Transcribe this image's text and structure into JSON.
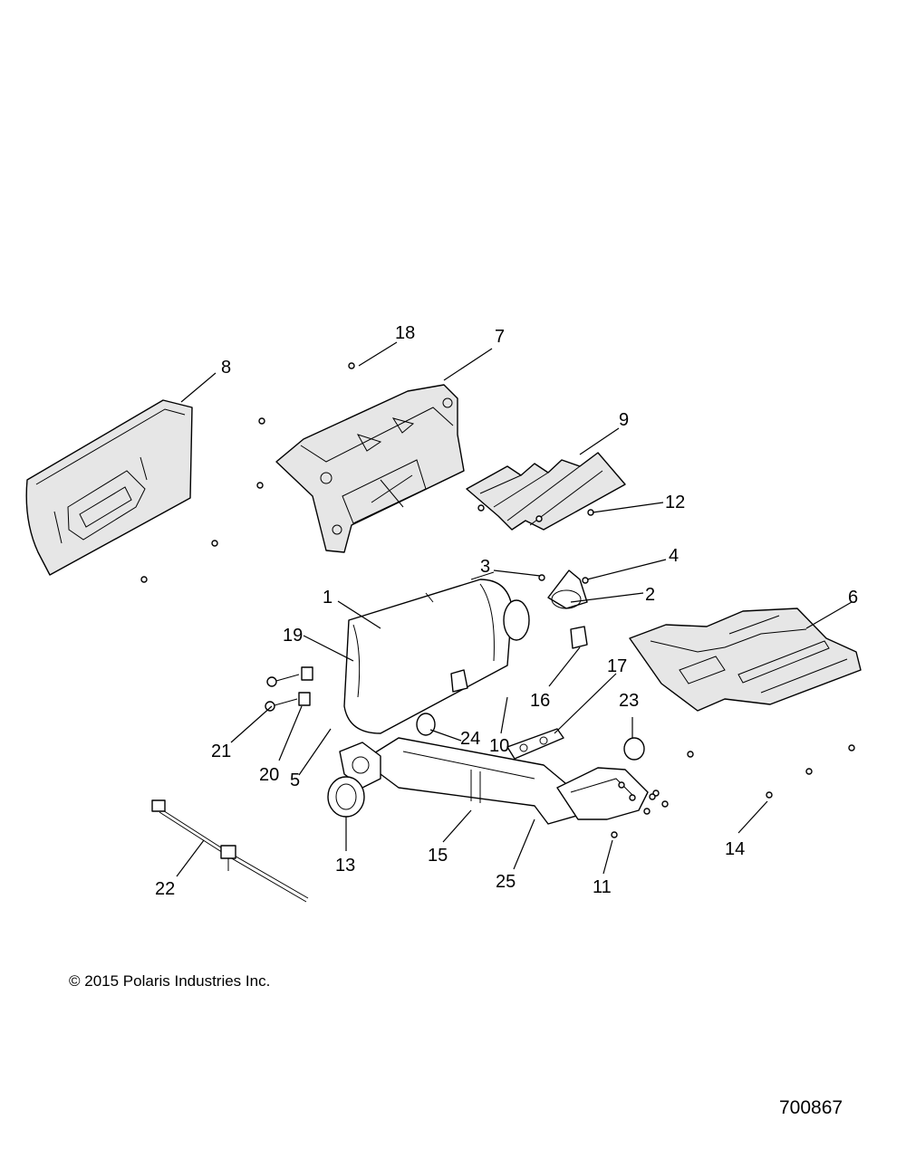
{
  "diagram": {
    "callouts": {
      "c1": "1",
      "c2": "2",
      "c3": "3",
      "c4": "4",
      "c5": "5",
      "c6": "6",
      "c7": "7",
      "c8": "8",
      "c9": "9",
      "c10": "10",
      "c11": "11",
      "c12": "12",
      "c13": "13",
      "c14": "14",
      "c15": "15",
      "c16": "16",
      "c17": "17",
      "c18": "18",
      "c19": "19",
      "c20": "20",
      "c21": "21",
      "c22": "22",
      "c23": "23",
      "c24": "24",
      "c25": "25"
    },
    "copyright": "© 2015 Polaris Industries Inc.",
    "diagram_number": "700867"
  }
}
